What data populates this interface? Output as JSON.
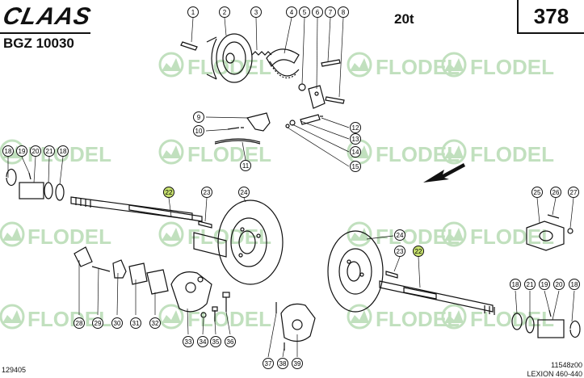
{
  "header": {
    "brand": "CLAAS",
    "model_code": "BGZ 10030",
    "tonnage": "20t",
    "page_number": "378"
  },
  "watermark": {
    "text": "FLODEL",
    "color": "#8fc78a"
  },
  "footer": {
    "left_code": "129405",
    "right_code": "11548z00",
    "series": "LEXION 460-440"
  },
  "callouts": [
    {
      "id": "c1",
      "label": "1"
    },
    {
      "id": "c2",
      "label": "2"
    },
    {
      "id": "c3",
      "label": "3"
    },
    {
      "id": "c4",
      "label": "4"
    },
    {
      "id": "c5",
      "label": "5"
    },
    {
      "id": "c6",
      "label": "6"
    },
    {
      "id": "c7",
      "label": "7"
    },
    {
      "id": "c8",
      "label": "8"
    },
    {
      "id": "c9",
      "label": "9"
    },
    {
      "id": "c10",
      "label": "10"
    },
    {
      "id": "c11",
      "label": "11"
    },
    {
      "id": "c12",
      "label": "12"
    },
    {
      "id": "c13",
      "label": "13"
    },
    {
      "id": "c14",
      "label": "14"
    },
    {
      "id": "c15",
      "label": "15"
    },
    {
      "id": "c18a",
      "label": "18"
    },
    {
      "id": "c19a",
      "label": "19"
    },
    {
      "id": "c20a",
      "label": "20"
    },
    {
      "id": "c21a",
      "label": "21"
    },
    {
      "id": "c18b",
      "label": "18"
    },
    {
      "id": "c22a",
      "label": "22"
    },
    {
      "id": "c23a",
      "label": "23"
    },
    {
      "id": "c24a",
      "label": "24"
    },
    {
      "id": "c25",
      "label": "25"
    },
    {
      "id": "c26",
      "label": "26"
    },
    {
      "id": "c27",
      "label": "27"
    },
    {
      "id": "c24b",
      "label": "24"
    },
    {
      "id": "c23b",
      "label": "23"
    },
    {
      "id": "c22b",
      "label": "22"
    },
    {
      "id": "c18c",
      "label": "18"
    },
    {
      "id": "c21b",
      "label": "21"
    },
    {
      "id": "c19b",
      "label": "19"
    },
    {
      "id": "c20b",
      "label": "20"
    },
    {
      "id": "c18d",
      "label": "18"
    },
    {
      "id": "c28",
      "label": "28"
    },
    {
      "id": "c29",
      "label": "29"
    },
    {
      "id": "c30",
      "label": "30"
    },
    {
      "id": "c31",
      "label": "31"
    },
    {
      "id": "c32",
      "label": "32"
    },
    {
      "id": "c33",
      "label": "33"
    },
    {
      "id": "c34",
      "label": "34"
    },
    {
      "id": "c35",
      "label": "35"
    },
    {
      "id": "c36",
      "label": "36"
    },
    {
      "id": "c37",
      "label": "37"
    },
    {
      "id": "c38",
      "label": "38"
    },
    {
      "id": "c39",
      "label": "39"
    }
  ]
}
